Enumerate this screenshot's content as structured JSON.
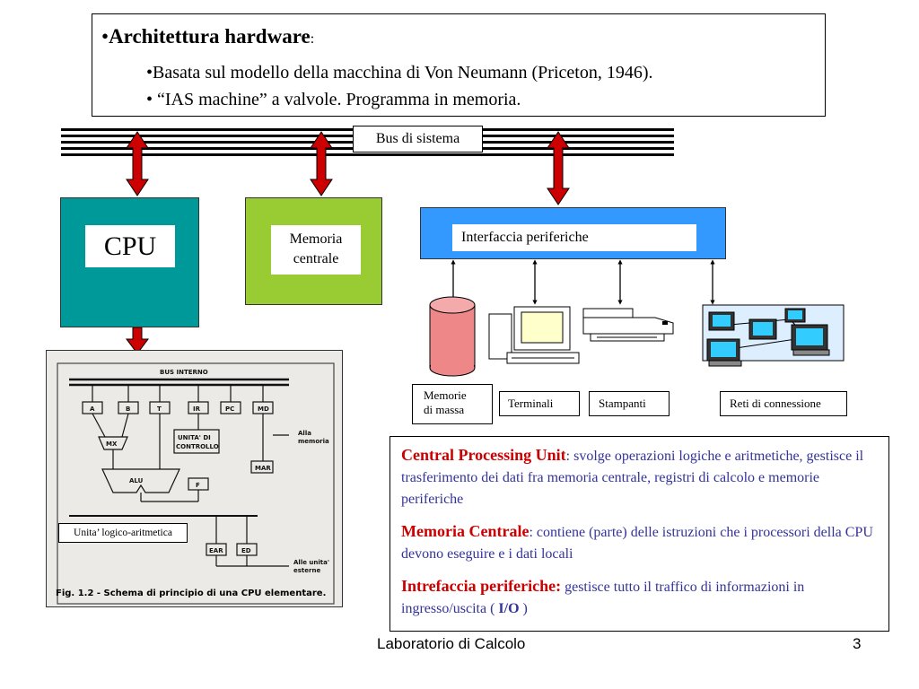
{
  "title": {
    "bullet": "•",
    "heading": "Architettura hardware",
    "heading_suffix": ":",
    "line1": "•Basata sul modello della macchina di Von Neumann (Priceton, 1946).",
    "line2": "• “IAS machine” a valvole. Programma in memoria."
  },
  "bus": {
    "label": "Bus di sistema"
  },
  "components": {
    "cpu": "CPU",
    "memory_line1": "Memoria",
    "memory_line2": "centrale",
    "interface": "Interfaccia periferiche"
  },
  "peripherals": {
    "mass_line1": "Memorie",
    "mass_line2": "di  massa",
    "terminals": "Terminali",
    "printers": "Stampanti",
    "networks": "Reti di connessione"
  },
  "schematic": {
    "bus_label": "BUS INTERNO",
    "registers": [
      "A",
      "B",
      "T",
      "IR",
      "PC",
      "MD"
    ],
    "mx": "MX",
    "alu": "ALU",
    "f": "F",
    "control_line1": "UNITA' DI",
    "control_line2": "CONTROLLO",
    "mar": "MAR",
    "ear": "EAR",
    "ed": "ED",
    "to_memory_line1": "Alla",
    "to_memory_line2": "memoria",
    "to_external_line1": "Alle unita'",
    "to_external_line2": "esterne",
    "caption": "Fig. 1.2 - Schema di principio di una CPU elementare.",
    "alu_annotation": "Unita’ logico-aritmetica"
  },
  "descriptions": [
    {
      "term": "Central Processing Unit",
      "text": ": svolge operazioni logiche e aritmetiche, gestisce il trasferimento dei dati fra memoria centrale, registri di calcolo e memorie periferiche"
    },
    {
      "term": "Memoria Centrale",
      "text": ": contiene (parte) delle istruzioni che i processori della CPU devono eseguire e i dati locali"
    },
    {
      "term": "Intrefaccia periferiche:",
      "text": " gestisce tutto il traffico di informazioni in ingresso/uscita ( ",
      "io": "I/O",
      "tail": " )"
    }
  ],
  "footer": {
    "text": "Laboratorio di Calcolo",
    "page": "3"
  },
  "colors": {
    "cpu": "#009999",
    "memory": "#99cc33",
    "interface": "#3399ff",
    "arrow": "#cc0000",
    "term": "#cc0000",
    "desc": "#333399"
  }
}
